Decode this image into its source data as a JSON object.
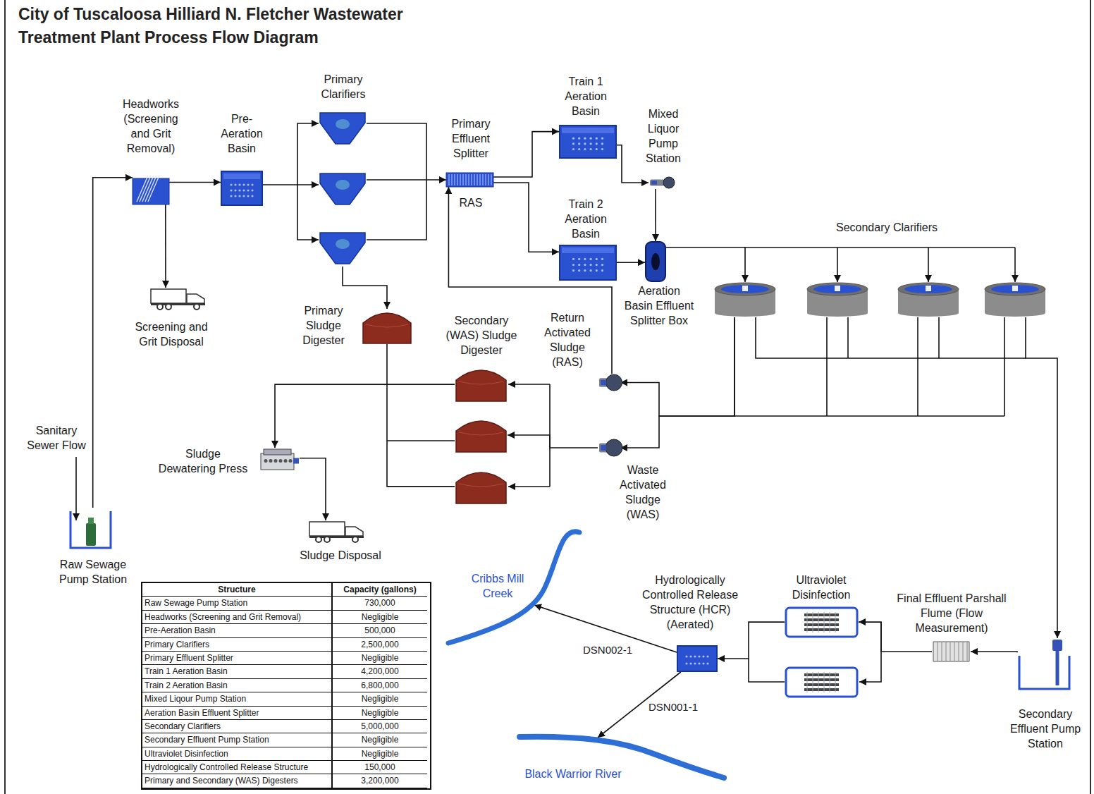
{
  "diagram": {
    "title": "City of Tuscaloosa Hilliard N. Fletcher Wastewater Treatment Plant Process Flow Diagram",
    "nodes": [
      {
        "text": [
          "Raw Sewage Pump Station"
        ]
      },
      {
        "text": [
          "Headworks (Screening and Grit Removal)"
        ]
      },
      {
        "text": [
          "Screening and Grit Disposal"
        ]
      },
      {
        "text": [
          "Pre-Aeration Basin"
        ]
      },
      {
        "text": [
          "Primary Clarifiers"
        ]
      },
      {
        "text": [
          "Primary Effluent Splitter"
        ]
      },
      {
        "text": [
          "Train 1 Aeration Basin"
        ]
      },
      {
        "text": [
          "Train 2 Aeration Basin"
        ]
      },
      {
        "text": [
          "Mixed Liquor Pump Station"
        ]
      },
      {
        "text": [
          "Aeration Basin Effluent Splitter Box"
        ]
      },
      {
        "text": [
          "Secondary Clarifiers"
        ]
      },
      {
        "text": [
          "Primary Sludge Digester"
        ]
      },
      {
        "text": [
          "Secondary (WAS) Sludge Digester"
        ]
      },
      {
        "text": [
          "Return Activated Sludge (RAS)"
        ]
      },
      {
        "text": [
          "Waste Activated Sludge (WAS)"
        ]
      },
      {
        "text": [
          "Sludge Dewatering Press"
        ]
      },
      {
        "text": [
          "Sludge Disposal"
        ]
      },
      {
        "text": [
          "Secondary Effluent Pump Station"
        ]
      },
      {
        "text": [
          "Final Effluent Parshall Flume (Flow Measurement)"
        ]
      },
      {
        "text": [
          "Ultraviolet Disinfection"
        ]
      },
      {
        "text": [
          "Hydrologically Controlled Release Structure (HCR) (Aerated)"
        ]
      },
      {
        "text": [
          "Cribbs Mill Creek"
        ]
      },
      {
        "text": [
          "Black Warrior River"
        ]
      }
    ],
    "edges": [
      {
        "from": 0,
        "to": 1,
        "arrow": "to"
      },
      {
        "from": 1,
        "to": 2,
        "arrow": "to"
      },
      {
        "from": 1,
        "to": 3,
        "arrow": "to"
      },
      {
        "from": 3,
        "to": 4,
        "arrow": "to"
      },
      {
        "from": 4,
        "to": 5,
        "arrow": "to"
      },
      {
        "from": 4,
        "to": 11,
        "arrow": "to"
      },
      {
        "from": 5,
        "to": 6,
        "arrow": "to"
      },
      {
        "from": 5,
        "to": 7,
        "arrow": "to"
      },
      {
        "from": 6,
        "to": 8,
        "arrow": "to"
      },
      {
        "from": 8,
        "to": 9,
        "arrow": "to"
      },
      {
        "from": 7,
        "to": 9,
        "arrow": "to"
      },
      {
        "from": 9,
        "to": 10,
        "arrow": "to"
      },
      {
        "from": 10,
        "to": 17,
        "arrow": "to"
      },
      {
        "from": 10,
        "to": 13,
        "arrow": "to"
      },
      {
        "from": 10,
        "to": 14,
        "arrow": "to"
      },
      {
        "from": 13,
        "to": 5,
        "arrow": "to"
      },
      {
        "from": 14,
        "to": 12,
        "arrow": "to"
      },
      {
        "from": 11,
        "to": 12,
        "arrow": "none"
      },
      {
        "from": 12,
        "to": 15,
        "arrow": "to"
      },
      {
        "from": 15,
        "to": 16,
        "arrow": "to"
      },
      {
        "from": 17,
        "to": 18,
        "arrow": "to"
      },
      {
        "from": 18,
        "to": 19,
        "arrow": "to"
      },
      {
        "from": 19,
        "to": 20,
        "arrow": "to"
      },
      {
        "from": 20,
        "to": 21,
        "label": "DSN002-1",
        "arrow": "to"
      },
      {
        "from": 20,
        "to": 22,
        "label": "DSN001-1",
        "arrow": "to"
      }
    ],
    "labels": [
      "Sanitary Sewer Flow",
      "RAS",
      "Structure",
      "Capacity (gallons)",
      "Raw Sewage Pump Station",
      "730,000",
      "Headworks (Screening and Grit Removal)",
      "Negligible",
      "Pre-Aeration Basin",
      "500,000",
      "Primary Clarifiers",
      "2,500,000",
      "Primary Effluent Splitter",
      "Negligible",
      "Train 1 Aeration Basin",
      "4,200,000",
      "Train 2 Aeration Basin",
      "6,800,000",
      "Mixed Liqour Pump Station",
      "Negligible",
      "Aeration Basin Effluent Splitter",
      "Negligible",
      "Secondary Clarifiers",
      "5,000,000",
      "Secondary Effluent Pump Station",
      "Negligible",
      "Ultraviolet Disinfection",
      "Negligible",
      "Hydrologically Controlled Release Structure",
      "150,000",
      "Primary and Secondary (WAS) Digesters",
      "3,200,000"
    ]
  }
}
